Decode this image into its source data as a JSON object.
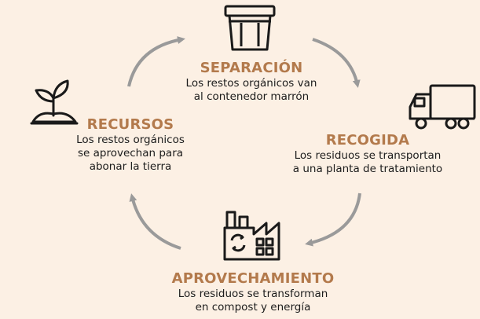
{
  "colors": {
    "background": "#fcf0e4",
    "title": "#b37a4c",
    "text": "#1c1c1c",
    "arrow": "#9a9a9a",
    "icon_stroke": "#1a1a1a"
  },
  "steps": [
    {
      "id": "separacion",
      "icon": "bin-icon",
      "title": "SEPARACIÓN",
      "desc_line1": "Los restos orgánicos van",
      "desc_line2": "al contenedor marrón"
    },
    {
      "id": "recogida",
      "icon": "truck-icon",
      "title": "RECOGIDA",
      "desc_line1": "Los residuos se transportan",
      "desc_line2": "a una planta de tratamiento"
    },
    {
      "id": "aprovechamiento",
      "icon": "factory-icon",
      "title": "APROVECHAMIENTO",
      "desc_line1": "Los residuos se transforman",
      "desc_line2": "en compost y energía"
    },
    {
      "id": "recursos",
      "icon": "sprout-icon",
      "title": "RECURSOS",
      "desc_line1": "Los restos orgánicos",
      "desc_line2": "se aprovechan para",
      "desc_line3": "abonar la tierra"
    }
  ]
}
